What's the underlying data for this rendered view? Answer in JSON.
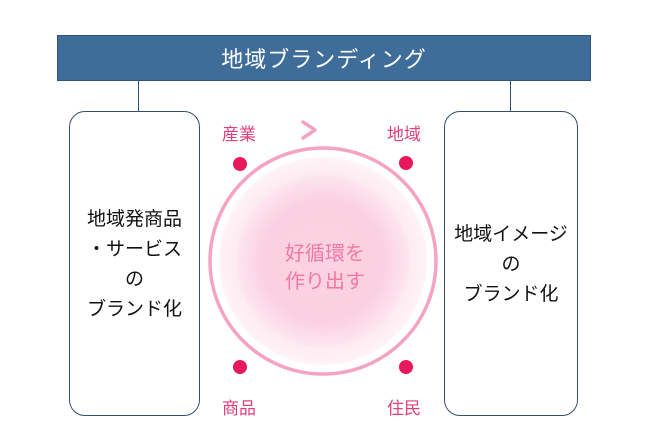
{
  "title": "地域ブランディング",
  "left_box": {
    "lines": [
      "地域発商品",
      "・サービス",
      "の",
      "ブランド化"
    ]
  },
  "right_box": {
    "lines": [
      "地域イメージ",
      "の",
      "ブランド化"
    ]
  },
  "center": {
    "lines": [
      "好循環を",
      "作り出す"
    ]
  },
  "nodes": {
    "top_left": "産業",
    "top_right": "地域",
    "bottom_left": "商品",
    "bottom_right": "住民"
  },
  "colors": {
    "title_bar": "#3e6d9a",
    "box_border": "#34506e",
    "accent_pink": "#e0407a",
    "node_dot": "#e8185a",
    "ring": "#f5a3c2"
  }
}
